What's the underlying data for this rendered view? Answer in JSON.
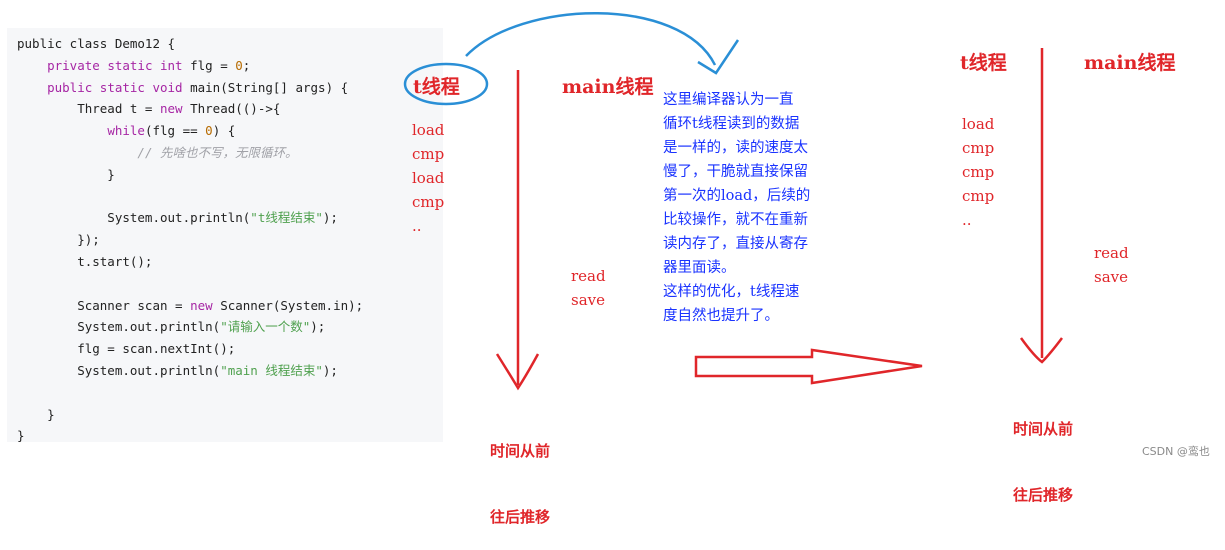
{
  "code": {
    "lines": [
      [
        {
          "t": "public class Demo12 {"
        }
      ],
      [
        {
          "t": "    "
        },
        {
          "t": "private static int",
          "c": "kw"
        },
        {
          "t": " flg = "
        },
        {
          "t": "0",
          "c": "lit"
        },
        {
          "t": ";"
        }
      ],
      [
        {
          "t": "    "
        },
        {
          "t": "public static void",
          "c": "kw"
        },
        {
          "t": " main(String[] args) {"
        }
      ],
      [
        {
          "t": "        Thread t = "
        },
        {
          "t": "new",
          "c": "kw"
        },
        {
          "t": " Thread(()->{"
        }
      ],
      [
        {
          "t": "            "
        },
        {
          "t": "while",
          "c": "kw"
        },
        {
          "t": "(flg == "
        },
        {
          "t": "0",
          "c": "lit"
        },
        {
          "t": ") {"
        }
      ],
      [
        {
          "t": "                "
        },
        {
          "t": "// 先啥也不写，无限循环。",
          "c": "cmt"
        }
      ],
      [
        {
          "t": "            }"
        }
      ],
      [
        {
          "t": ""
        }
      ],
      [
        {
          "t": "            System.out.println("
        },
        {
          "t": "\"t线程结束\"",
          "c": "str"
        },
        {
          "t": ");"
        }
      ],
      [
        {
          "t": "        });"
        }
      ],
      [
        {
          "t": "        t.start();"
        }
      ],
      [
        {
          "t": ""
        }
      ],
      [
        {
          "t": "        Scanner scan = "
        },
        {
          "t": "new",
          "c": "kw"
        },
        {
          "t": " Scanner(System.in);"
        }
      ],
      [
        {
          "t": "        System.out.println("
        },
        {
          "t": "\"请输入一个数\"",
          "c": "str"
        },
        {
          "t": ");"
        }
      ],
      [
        {
          "t": "        flg = scan.nextInt();"
        }
      ],
      [
        {
          "t": "        System.out.println("
        },
        {
          "t": "\"main 线程结束\"",
          "c": "str"
        },
        {
          "t": ");"
        }
      ],
      [
        {
          "t": ""
        }
      ],
      [
        {
          "t": "    }"
        }
      ],
      [
        {
          "t": "}"
        }
      ]
    ]
  },
  "left_diagram": {
    "t_label": "t线程",
    "main_label": "main线程",
    "t_ops": [
      "load",
      "cmp",
      "load",
      "cmp",
      ".."
    ],
    "main_ops": [
      "read",
      "save"
    ],
    "time_label_line1": "时间从前",
    "time_label_line2": "往后推移"
  },
  "explanation": {
    "lines": [
      "这里编译器认为一直",
      "循环t线程读到的数据",
      "是一样的，读的速度太",
      "慢了，干脆就直接保留",
      "第一次的load，后续的",
      "比较操作，就不在重新",
      "读内存了，直接从寄存",
      "器里面读。",
      "这样的优化，t线程速",
      "度自然也提升了。"
    ]
  },
  "right_diagram": {
    "t_label": "t线程",
    "main_label": "main线程",
    "t_ops": [
      "load",
      "cmp",
      "cmp",
      "cmp",
      ".."
    ],
    "main_ops": [
      "read",
      "save"
    ],
    "time_label_line1": "时间从前",
    "time_label_line2": "往后推移"
  },
  "watermark": "CSDN @鸾也",
  "colors": {
    "red": "#e0262a",
    "blue": "#1a33ff",
    "circle": "#2a8fd6"
  }
}
